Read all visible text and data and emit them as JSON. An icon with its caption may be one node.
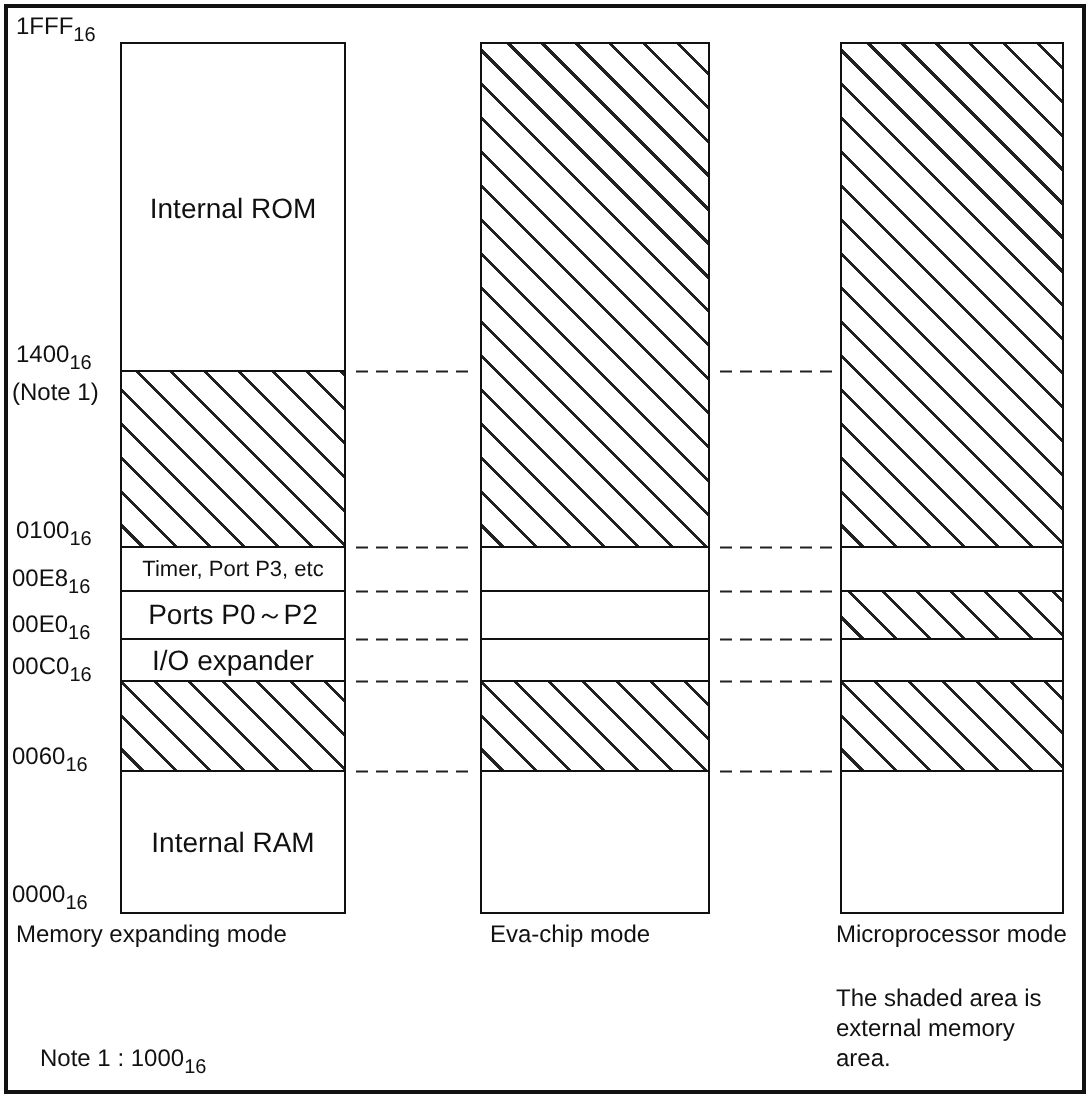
{
  "diagram": {
    "nodes": [
      {
        "text": [
          "Internal ROM"
        ]
      },
      {
        "text": [],
        "shape": "box"
      },
      {
        "text": [
          "Timer, Port P3, etc"
        ]
      },
      {
        "text": [
          "Ports P0～P2"
        ]
      },
      {
        "text": [
          "I/O expander"
        ]
      },
      {
        "text": [],
        "shape": "box"
      },
      {
        "text": [
          "Internal RAM"
        ]
      },
      {
        "text": [],
        "shape": "box"
      },
      {
        "text": [],
        "shape": "box"
      },
      {
        "text": [],
        "shape": "box"
      },
      {
        "text": [],
        "shape": "box"
      },
      {
        "text": [],
        "shape": "box"
      },
      {
        "text": [],
        "shape": "box"
      },
      {
        "text": [],
        "shape": "box"
      },
      {
        "text": [],
        "shape": "box"
      },
      {
        "text": [],
        "shape": "box"
      },
      {
        "text": [],
        "shape": "box"
      },
      {
        "text": [],
        "shape": "box"
      },
      {
        "text": [],
        "shape": "box"
      }
    ],
    "labels": [
      "1FFF$_{16}$",
      "1400$_{16}$",
      "(Note 1)",
      "0100$_{16}$",
      "00E8$_{16}$",
      "00E0$_{16}$",
      "00C0$_{16}$",
      "0060$_{16}$",
      "0000$_{16}$",
      "Memory expanding mode",
      "Eva-chip mode",
      "Microprocessor mode",
      "The shaded area is external memory area.",
      "Note 1 : 1000$_{16}$"
    ]
  }
}
